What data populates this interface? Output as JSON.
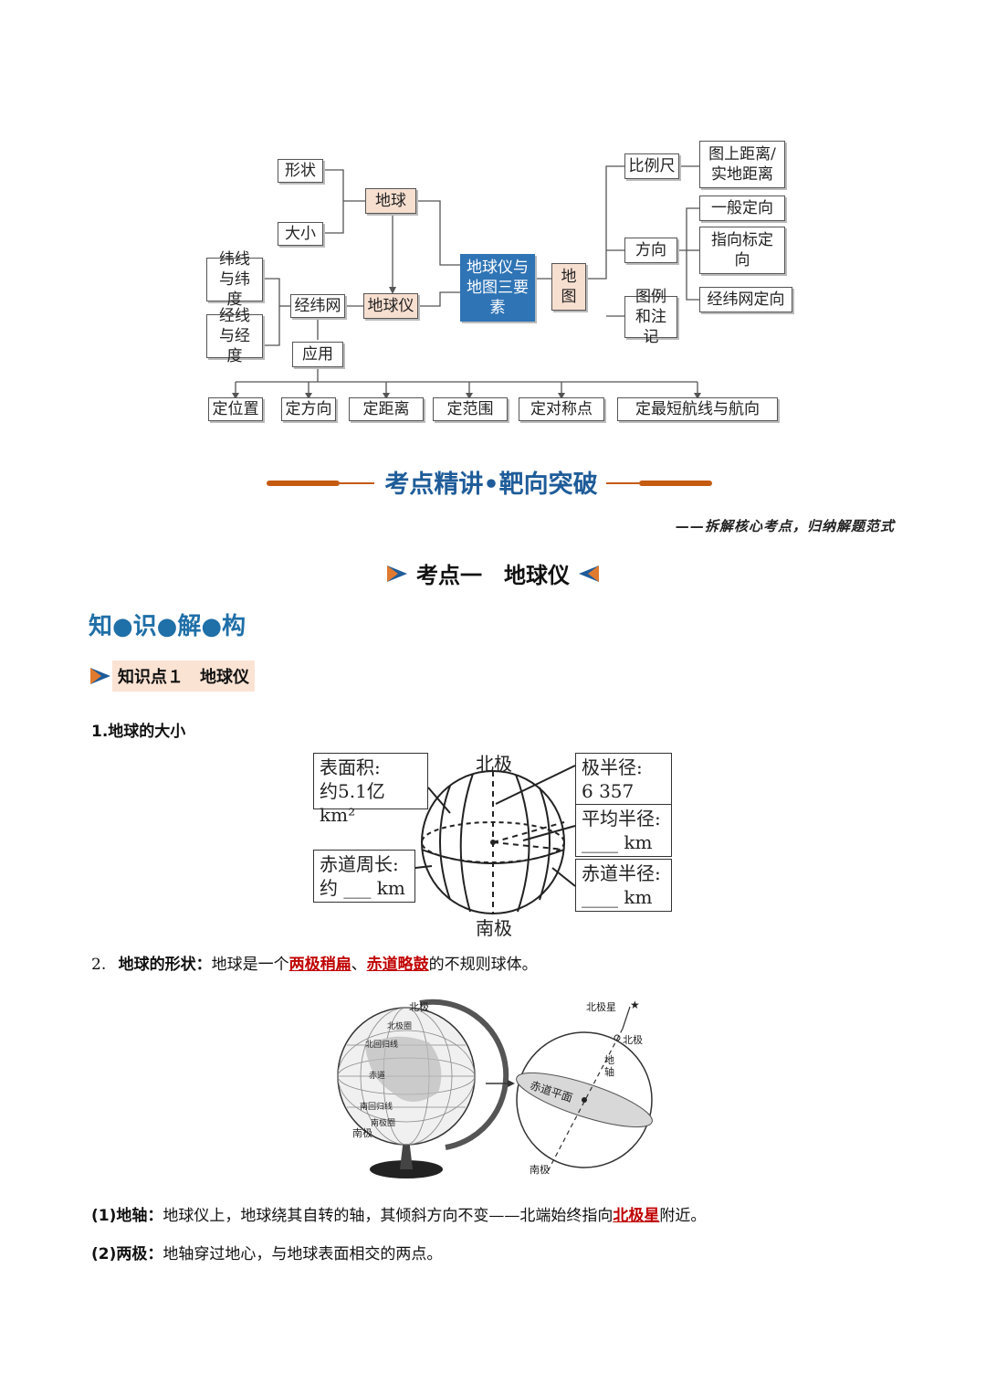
{
  "concept_map": {
    "shape": "形状",
    "size": "大小",
    "earth": "地球",
    "lat": "纬线与纬度",
    "lon": "经线与经度",
    "grid": "经纬网",
    "globe": "地球仪",
    "center": "地球仪与地图三要素",
    "map": "地图",
    "scale": "比例尺",
    "scale_sub": "图上距离/实地距离",
    "direction": "方向",
    "dir1": "一般定向",
    "dir2": "指向标定向",
    "dir3": "经纬网定向",
    "legend": "图例和注记",
    "apply": "应用",
    "uses": [
      "定位置",
      "定方向",
      "定距离",
      "定范围",
      "定对称点",
      "定最短航线与航向"
    ]
  },
  "section_title": "考点精讲•靶向突破",
  "subtitle": "——拆解核心考点，归纳解题范式",
  "kaodian_title": "考点一　地球仪",
  "zhishi_title": "知●识●解●构",
  "zsd_label": "知识点１　地球仪",
  "h_size": "1.地球的大小",
  "earth_size": {
    "north": "北极",
    "south": "南极",
    "area_l1": "表面积:",
    "area_l2": "约5.1亿 km²",
    "polar_l1": "极半径:",
    "polar_l2": "6 357 km",
    "mean_l1": "平均半径:",
    "mean_l2": "____ km",
    "circ_l1": "赤道周长:",
    "circ_l2": "约 ___ km",
    "eqr_l1": "赤道半径:",
    "eqr_l2": "____ km"
  },
  "p_shape": {
    "num": "2.",
    "head": "地球的形状：",
    "t1": "地球是一个",
    "r1": "两极稍扁",
    "t2": "、",
    "r2": "赤道略鼓",
    "t3": "的不规则球体。"
  },
  "globe_fig": {
    "north_star": "北极星",
    "north_pole": "北极",
    "axis": "地轴",
    "eq_plane": "赤道平面",
    "south_pole": "南极",
    "g_north": "北极",
    "g_south": "南极",
    "g_arctic": "北极圈",
    "g_tropic_n": "北回归线",
    "g_eq": "赤道",
    "g_tropic_s": "南回归线",
    "g_antarctic": "南极圈"
  },
  "p_axis": {
    "head": "(1)地轴：",
    "t1": "地球仪上，地球绕其自转的轴，其倾斜方向不变——北端始终指向",
    "r1": "北极星",
    "t2": "附近。"
  },
  "p_poles": {
    "head": "(2)两极：",
    "t1": "地轴穿过地心，与地球表面相交的两点。"
  }
}
